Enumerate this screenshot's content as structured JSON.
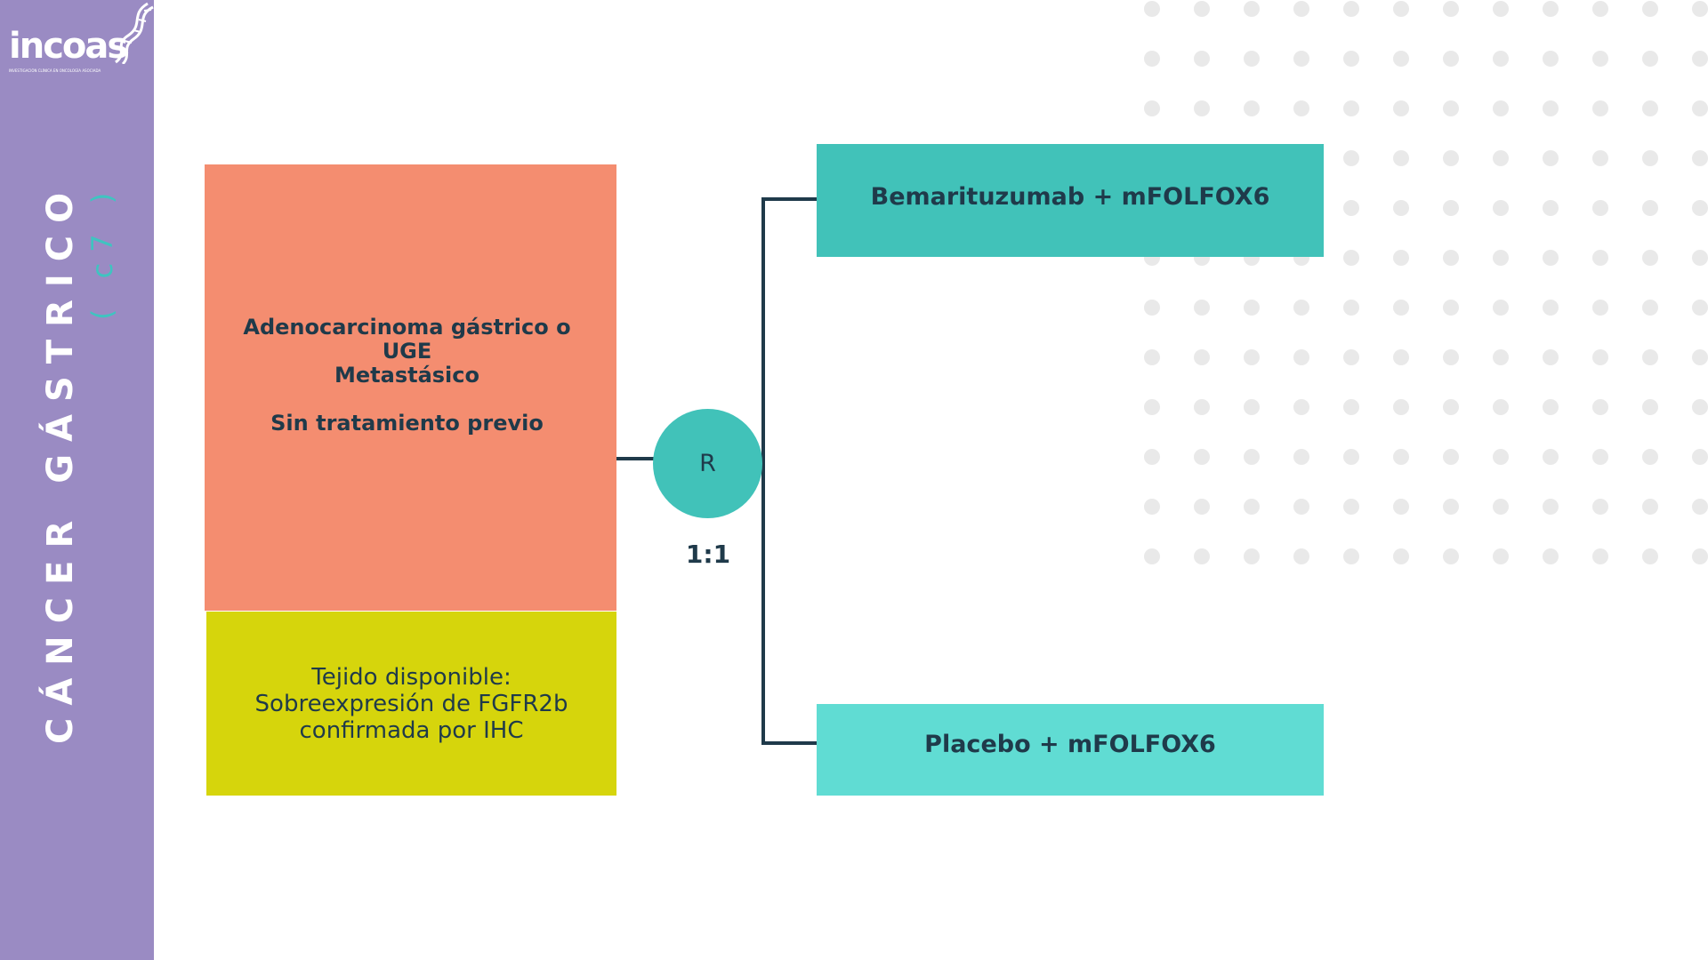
{
  "logo": {
    "text": "incoas",
    "tagline": "INVESTIGACIÓN CLÍNICA EN ONCOLOGÍA ASOCIADA"
  },
  "sidebar": {
    "title": "CÁNCER GÁSTRICO",
    "subtitle": "( c7 )"
  },
  "diagram": {
    "patient_box": {
      "line1": "Adenocarcinoma gástrico o",
      "line2": "UGE",
      "line3": "Metastásico",
      "line4": "Sin tratamiento previo"
    },
    "biomarker_box": {
      "line1": "Tejido disponible:",
      "line2": "Sobreexpresión de FGFR2b",
      "line3": "confirmada por IHC"
    },
    "randomization": {
      "label": "R",
      "ratio": "1:1"
    },
    "arms": [
      {
        "label": "Bemarituzumab + mFOLFOX6"
      },
      {
        "label": "Placebo + mFOLFOX6"
      }
    ]
  },
  "colors": {
    "sidebar": "#9a8bc3",
    "patient_box": "#f48d70",
    "biomarker_box": "#d6d50c",
    "arm1": "#41c2b9",
    "arm2": "#60dcd3",
    "text": "#1f3a4a",
    "dots": "#e9e9e9"
  }
}
